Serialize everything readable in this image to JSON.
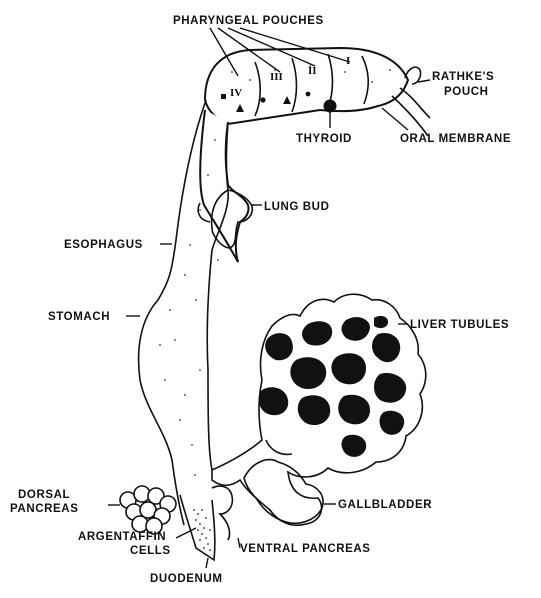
{
  "labels": {
    "pharyngeal_pouches": "PHARYNGEAL POUCHES",
    "rathkes_pouch_line1": "RATHKE'S",
    "rathkes_pouch_line2": "POUCH",
    "thyroid": "THYROID",
    "oral_membrane": "ORAL MEMBRANE",
    "lung_bud": "LUNG BUD",
    "esophagus": "ESOPHAGUS",
    "stomach": "STOMACH",
    "liver_tubules": "LIVER TUBULES",
    "dorsal_pancreas_line1": "DORSAL",
    "dorsal_pancreas_line2": "PANCREAS",
    "argentaffin_line1": "ARGENTAFFIN",
    "argentaffin_line2": "CELLS",
    "gallbladder": "GALLBLADDER",
    "ventral_pancreas": "VENTRAL PANCREAS",
    "duodenum": "DUODENUM"
  },
  "pouch_numerals": [
    "I",
    "II",
    "III",
    "IV"
  ]
}
